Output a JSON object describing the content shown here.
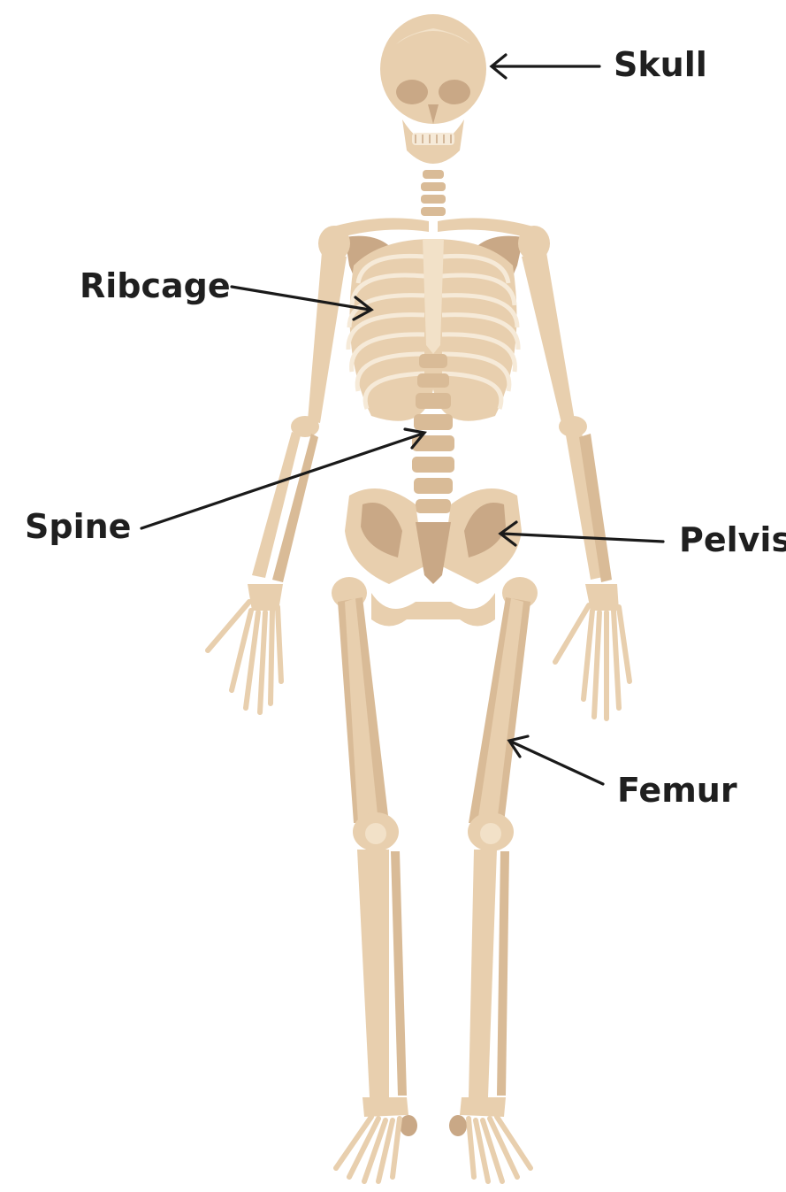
{
  "labels": {
    "skull": "Skull",
    "ribcage": "Ribcage",
    "spine": "Spine",
    "pelvis": "Pelvis",
    "femur": "Femur"
  },
  "colors": {
    "bone_base": "#e8cfae",
    "bone_shadow": "#c9a886",
    "bone_mid": "#d9bb97",
    "bone_highlight": "#f2e1c8",
    "label_text": "#1f1f1f",
    "arrow": "#1a1a1a"
  }
}
